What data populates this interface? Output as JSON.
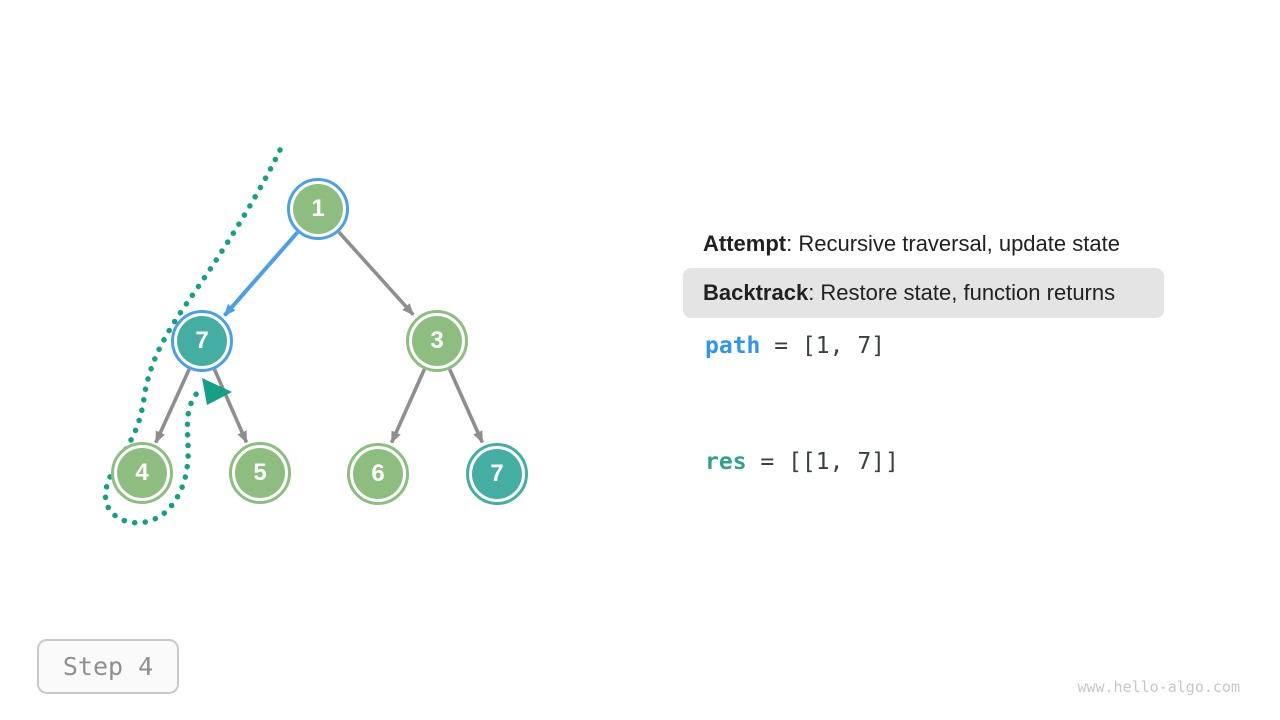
{
  "tree": {
    "nodes": [
      {
        "value": "1",
        "role": "root",
        "fill": "green",
        "ring": "blue"
      },
      {
        "value": "7",
        "role": "current-left-child",
        "fill": "teal",
        "ring": "blue"
      },
      {
        "value": "3",
        "role": "right-child",
        "fill": "green",
        "ring": "green"
      },
      {
        "value": "4",
        "role": "leaf",
        "fill": "green",
        "ring": "green"
      },
      {
        "value": "5",
        "role": "leaf",
        "fill": "green",
        "ring": "green"
      },
      {
        "value": "6",
        "role": "leaf",
        "fill": "green",
        "ring": "green"
      },
      {
        "value": "7",
        "role": "leaf-target",
        "fill": "teal",
        "ring": "teal"
      }
    ]
  },
  "legend": {
    "attempt_label": "Attempt",
    "attempt_text": ": Recursive traversal, update state",
    "backtrack_label": "Backtrack",
    "backtrack_text": ": Restore state, function returns"
  },
  "variables": {
    "path_name": "path",
    "path_value": " = [1, 7]",
    "res_name": "res",
    "res_value": " = [[1, 7]]"
  },
  "footer": {
    "step_label": "Step 4",
    "watermark": "www.hello-algo.com"
  },
  "colors": {
    "node_green": "#8DBE80",
    "node_teal": "#43AEA1",
    "highlight_blue": "#4AA0E8",
    "edge_gray": "#8E8E8E",
    "backtrack_teal": "#14A085",
    "code_blue": "#2E96F0",
    "code_teal": "#31A08C",
    "code_dark": "#3C4043",
    "text_dark": "#212121",
    "backtrack_highlight_bg": "#E4E4E4",
    "step_text_gray": "#8F8F8F",
    "watermark_gray": "#C6C6C6"
  }
}
